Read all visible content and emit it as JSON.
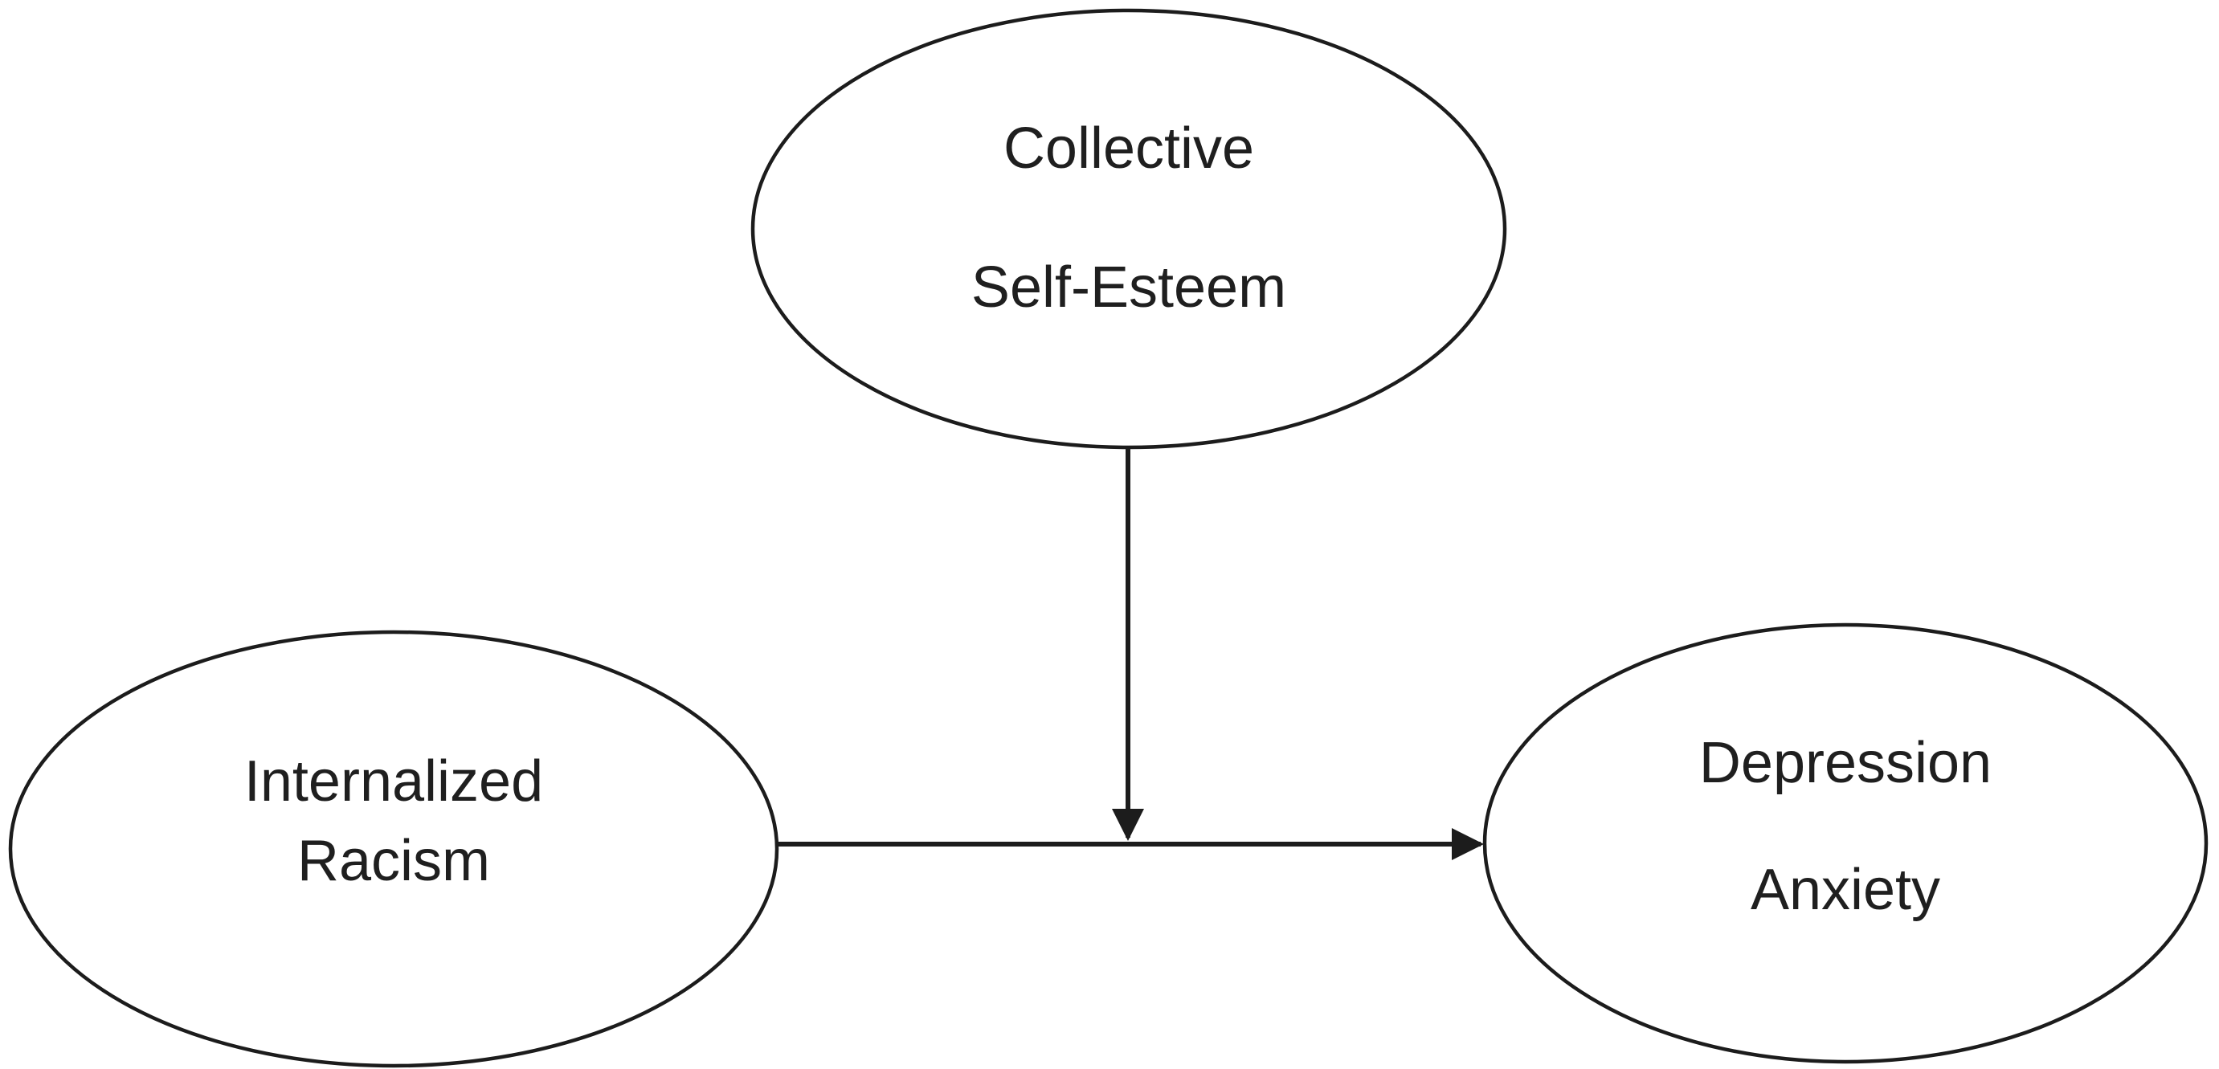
{
  "diagram": {
    "type": "path-model",
    "background_color": "#ffffff",
    "stroke_color": "#1c1c1c",
    "text_color": "#1f1f1f",
    "nodes": [
      {
        "id": "collective-self-esteem",
        "shape": "ellipse",
        "position": "top-center",
        "lines": [
          "Collective",
          "Self-Esteem"
        ]
      },
      {
        "id": "internalized-racism",
        "shape": "ellipse",
        "position": "bottom-left",
        "lines": [
          "Internalized",
          "Racism"
        ]
      },
      {
        "id": "depression-anxiety",
        "shape": "ellipse",
        "position": "bottom-right",
        "lines": [
          "Depression",
          "Anxiety"
        ]
      }
    ],
    "edges": [
      {
        "id": "internalized-racism-to-depression-anxiety",
        "from": "internalized-racism",
        "to": "depression-anxiety",
        "style": "solid-arrow",
        "direction": "right"
      },
      {
        "id": "collective-self-esteem-to-main-path",
        "from": "collective-self-esteem",
        "to": "midpoint of internalized-racism-to-depression-anxiety arrow",
        "style": "solid-arrow",
        "direction": "down",
        "meaning": "moderation"
      }
    ]
  }
}
